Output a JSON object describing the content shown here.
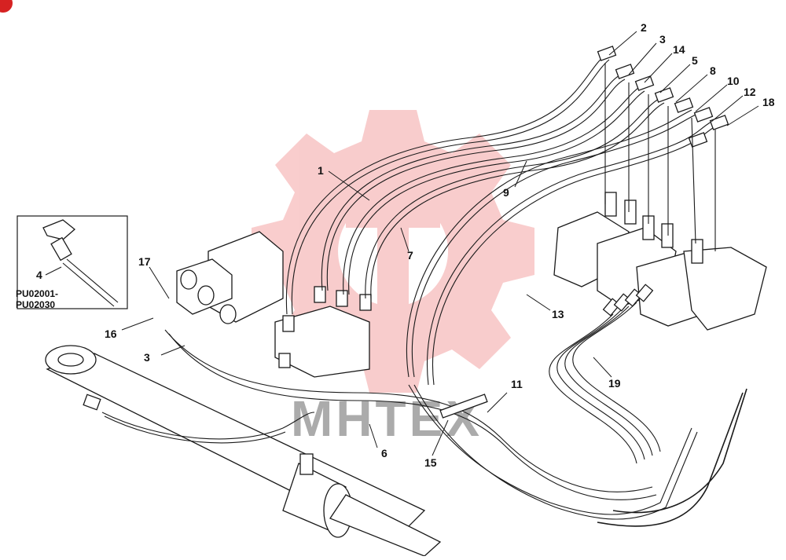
{
  "diagram": {
    "callouts": [
      "1",
      "2",
      "3",
      "4",
      "5",
      "6",
      "7",
      "8",
      "9",
      "10",
      "11",
      "12",
      "13",
      "14",
      "15",
      "16",
      "17",
      "18",
      "19"
    ],
    "labels": {
      "n1": "1",
      "n2": "2",
      "n3a": "3",
      "n3b": "3",
      "n4": "4",
      "n5": "5",
      "n6": "6",
      "n7": "7",
      "n8": "8",
      "n9": "9",
      "n10": "10",
      "n11": "11",
      "n12": "12",
      "n13": "13",
      "n14": "14",
      "n15": "15",
      "n16": "16",
      "n17": "17",
      "n18": "18",
      "n19": "19"
    },
    "inset": {
      "serial_from": "PU02001-",
      "serial_to": "PU02030"
    },
    "watermark": {
      "text": "MHTEX",
      "color": "#e84a4a"
    }
  }
}
